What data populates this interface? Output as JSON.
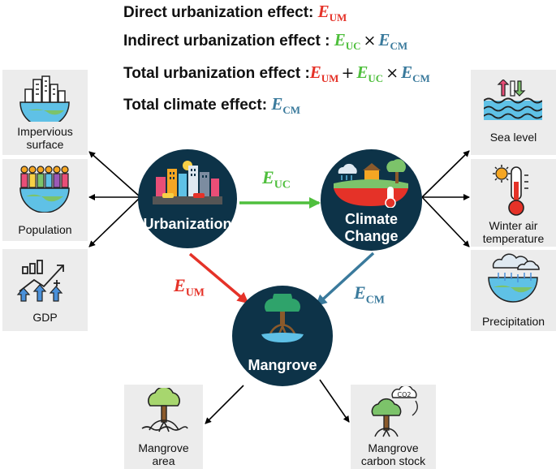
{
  "equations": {
    "direct": {
      "label": "Direct urbanization effect",
      "colon": ":"
    },
    "indirect": {
      "label": "Indirect urbanization effect",
      "colon": " :"
    },
    "total_urb": {
      "label": "Total urbanization effect",
      "colon": " :"
    },
    "total_climate": {
      "label": "Total climate effect:"
    }
  },
  "symbols": {
    "E": "E",
    "um": "UM",
    "uc": "UC",
    "cm": "CM",
    "times": "×",
    "plus": "+"
  },
  "nodes": {
    "urbanization": "Urbanization",
    "climate_line1": "Climate",
    "climate_line2": "Change",
    "mangrove": "Mangrove"
  },
  "left_cards": {
    "impervious_line1": "Impervious",
    "impervious_line2": "surface",
    "population": "Population",
    "gdp": "GDP"
  },
  "right_cards": {
    "sea_level": "Sea level",
    "winter_line1": "Winter air",
    "winter_line2": "temperature",
    "precipitation": "Precipitation"
  },
  "bottom_cards": {
    "area_line1": "Mangrove",
    "area_line2": "area",
    "carbon_line1": "Mangrove",
    "carbon_line2": "carbon stock",
    "co2": "CO2"
  },
  "colors": {
    "urbanization_effect": "#e53228",
    "climate_change_effect": "#4fbf3d",
    "climate_mangrove_effect": "#3a7a9c",
    "node_fill": "#0d3348",
    "card_fill": "#ececec"
  }
}
